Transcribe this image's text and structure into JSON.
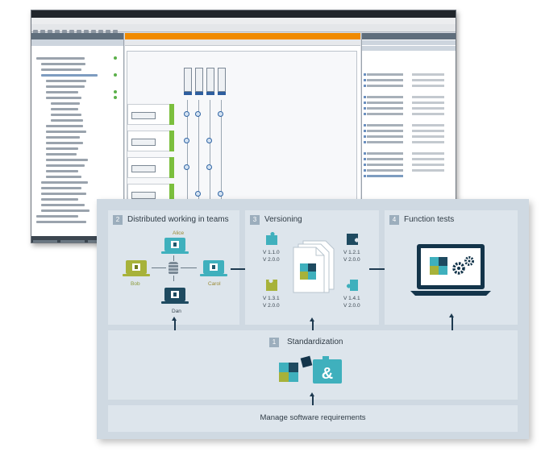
{
  "infographic": {
    "teams": {
      "number": "2",
      "heading": "Distributed working in teams",
      "people": [
        "Alice",
        "Bob",
        "Carol",
        "Dan"
      ]
    },
    "versioning": {
      "number": "3",
      "heading": "Versioning",
      "versions": [
        {
          "line1": "V 1.1.0",
          "line2": "V 2.0.0"
        },
        {
          "line1": "V 1.2.1",
          "line2": "V 2.0.0"
        },
        {
          "line1": "V 1.3.1",
          "line2": "V 2.0.0"
        },
        {
          "line1": "V 1.4.1",
          "line2": "V 2.0.0"
        }
      ]
    },
    "tests": {
      "number": "4",
      "heading": "Function tests"
    },
    "standardization": {
      "number": "1",
      "heading": "Standardization",
      "symbol": "&"
    },
    "requirements": {
      "label": "Manage software requirements"
    }
  },
  "colors": {
    "accent": "#3fb0bd",
    "teal_dark": "#1e5a6e",
    "olive": "#a7b23a",
    "navy": "#13344a",
    "panel": "#cfd9e2",
    "box": "#dde5ec"
  },
  "icons": [
    "puzzle-icon",
    "gear-icon",
    "monitor-icon",
    "laptop-icon",
    "database-icon",
    "document-icon"
  ]
}
